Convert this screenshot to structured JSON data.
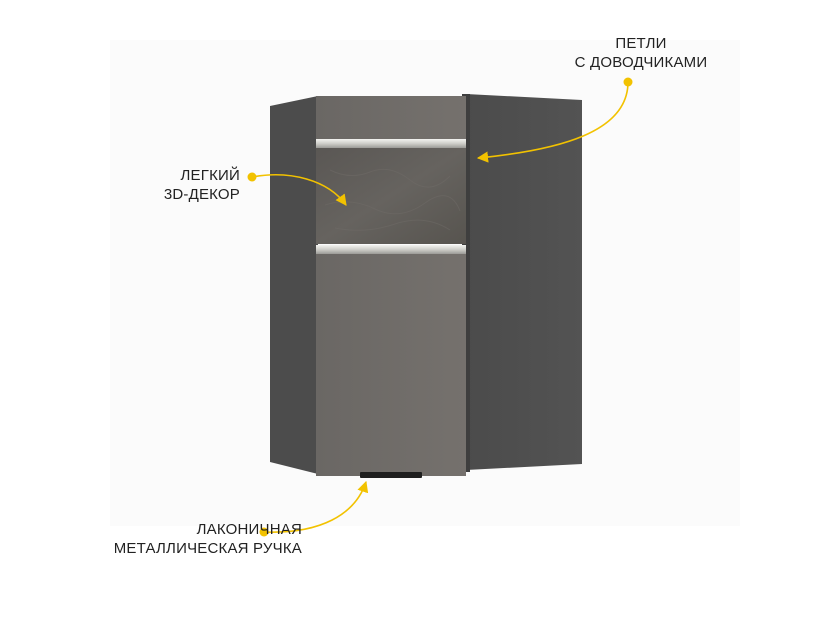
{
  "callouts": {
    "hinges": {
      "line1": "ПЕТЛИ",
      "line2": "С ДОВОДЧИКАМИ"
    },
    "decor": {
      "line1": "ЛЕГКИЙ",
      "line2": "3D-ДЕКОР"
    },
    "handle": {
      "line1": "ЛАКОНИЧНАЯ",
      "line2": "МЕТАЛЛИЧЕСКАЯ РУЧКА"
    }
  },
  "colors": {
    "callout_dot": "#f2c200",
    "callout_line": "#f2c200",
    "body_dark": "#4a4a4a",
    "facade": "#6e6b67",
    "decor_panel": "#5f5c59",
    "profile": "#d9d9d4"
  }
}
